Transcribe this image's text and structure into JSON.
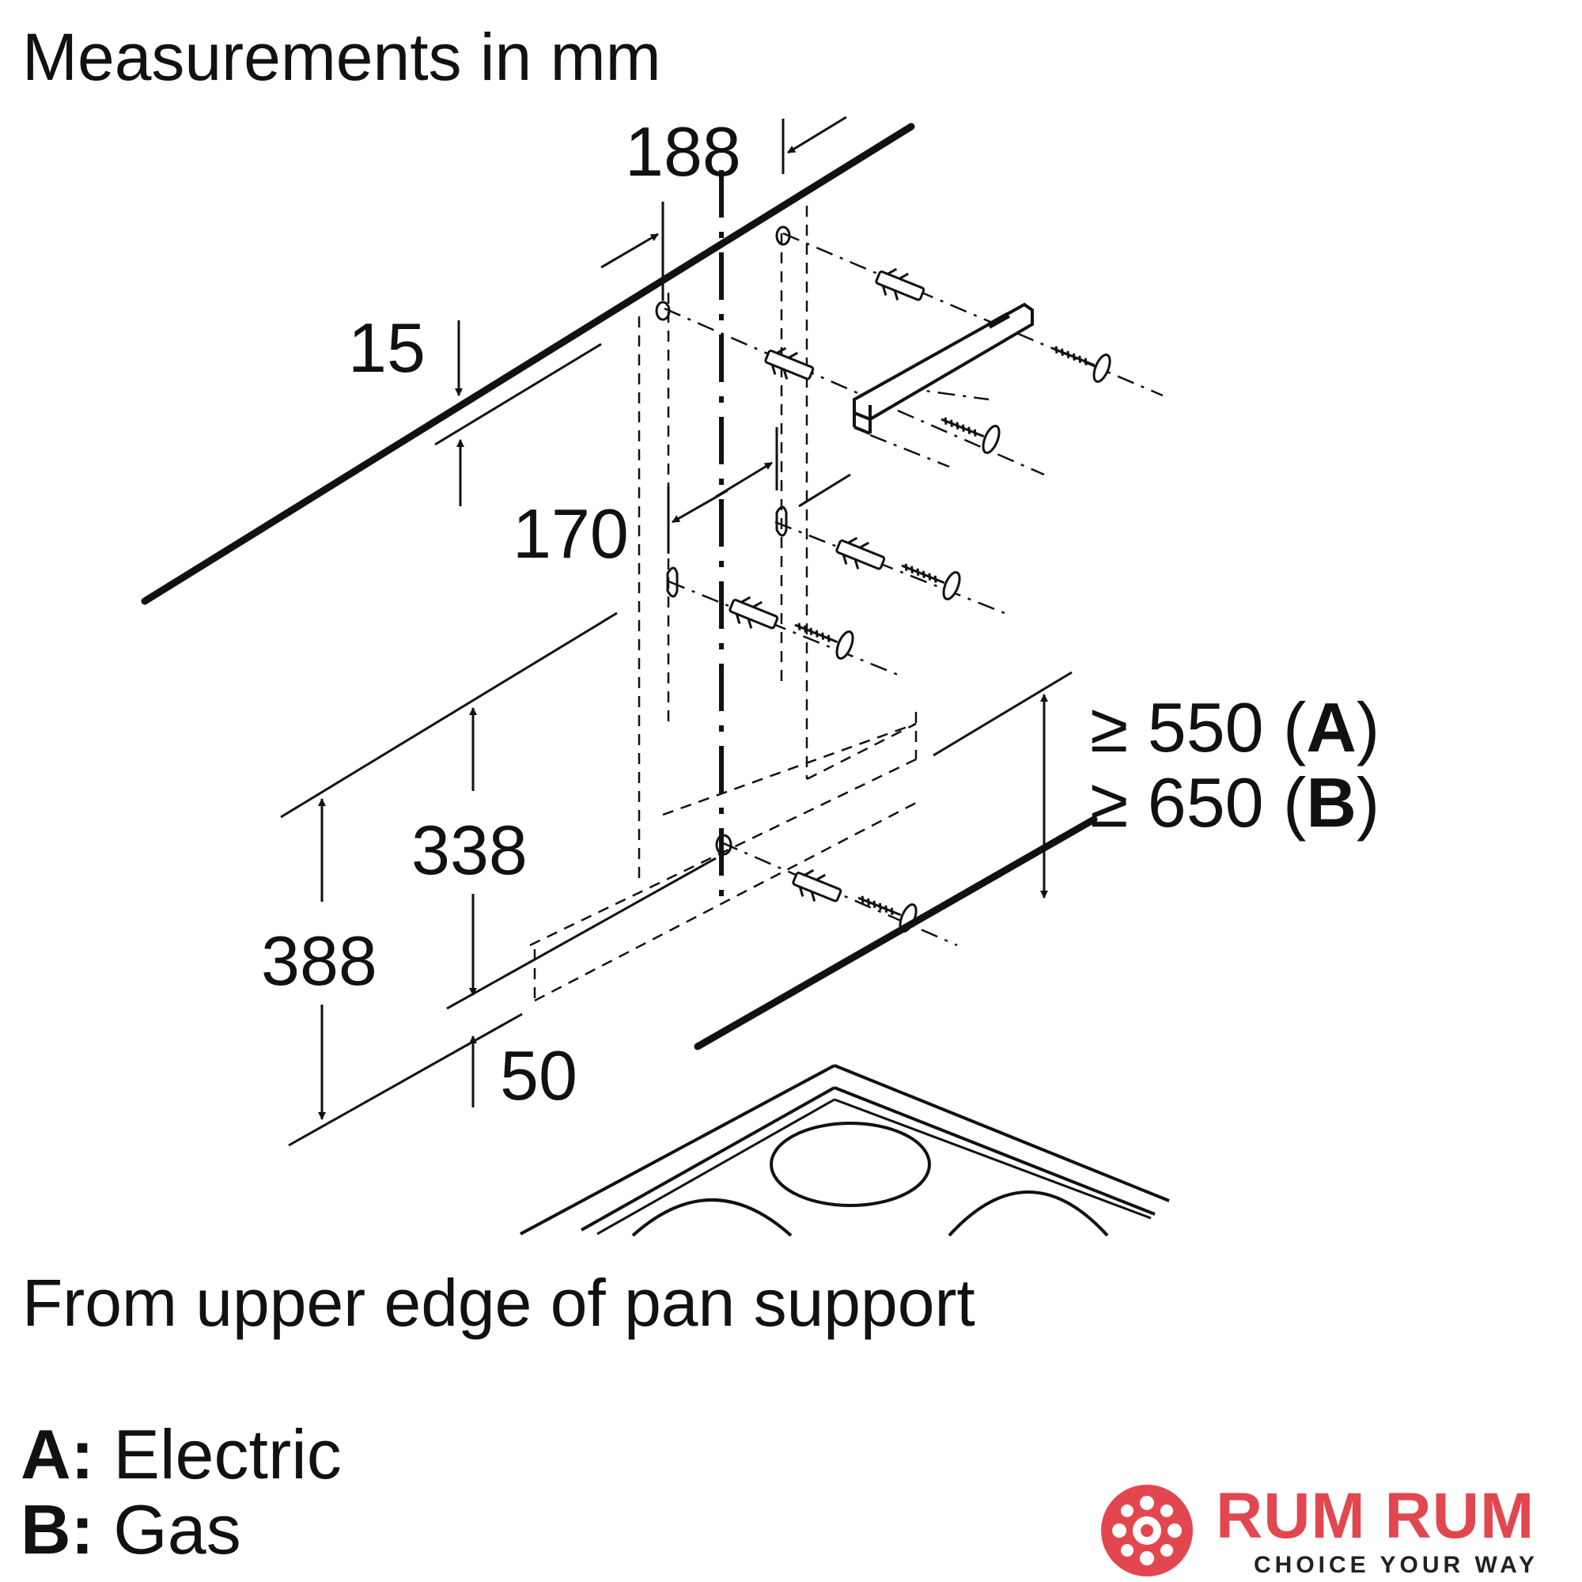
{
  "title": "Measurements in mm",
  "dimensions": {
    "d188": "188",
    "d15": "15",
    "d170": "170",
    "d338": "338",
    "d388": "388",
    "d50": "50"
  },
  "clearance": {
    "line_a_value": "≥ 550 (",
    "line_a_letter": "A",
    "line_a_close": ")",
    "line_b_value": "≥ 650 (",
    "line_b_letter": "B",
    "line_b_close": ")"
  },
  "note": "From upper edge of pan support",
  "legend": {
    "a_key": "A:",
    "a_label": " Electric",
    "b_key": "B:",
    "b_label": " Gas"
  },
  "logo": {
    "name": "RUM RUM",
    "tagline": "CHOICE YOUR WAY",
    "brand_color": "#e2474f"
  }
}
